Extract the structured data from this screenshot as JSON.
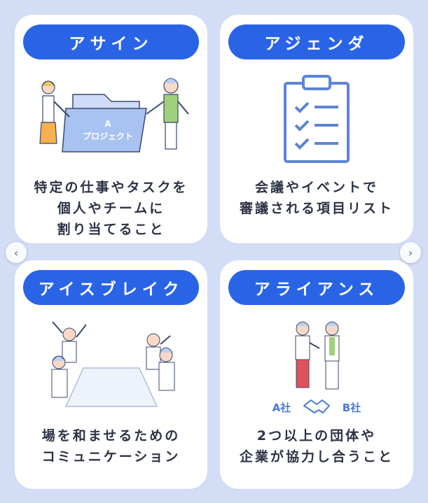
{
  "cards": [
    {
      "title": "アサイン",
      "lines": [
        "特定の仕事やタスクを",
        "個人やチームに",
        "割り当てること"
      ],
      "folder_label_1": "A",
      "folder_label_2": "プロジェクト"
    },
    {
      "title": "アジェンダ",
      "lines": [
        "会議やイベントで",
        "審議される項目リスト"
      ]
    },
    {
      "title": "アイスブレイク",
      "lines": [
        "場を和ませるための",
        "コミュニケーション"
      ]
    },
    {
      "title": "アライアンス",
      "lines": [
        "2つ以上の団体や",
        "企業が協力し合うこと"
      ],
      "company_a": "A社",
      "company_b": "B社"
    }
  ],
  "nav": {
    "prev_icon": "‹",
    "next_icon": "›"
  },
  "colors": {
    "accent": "#2a64e6",
    "background": "#d3ddf6",
    "text": "#2c3345"
  }
}
